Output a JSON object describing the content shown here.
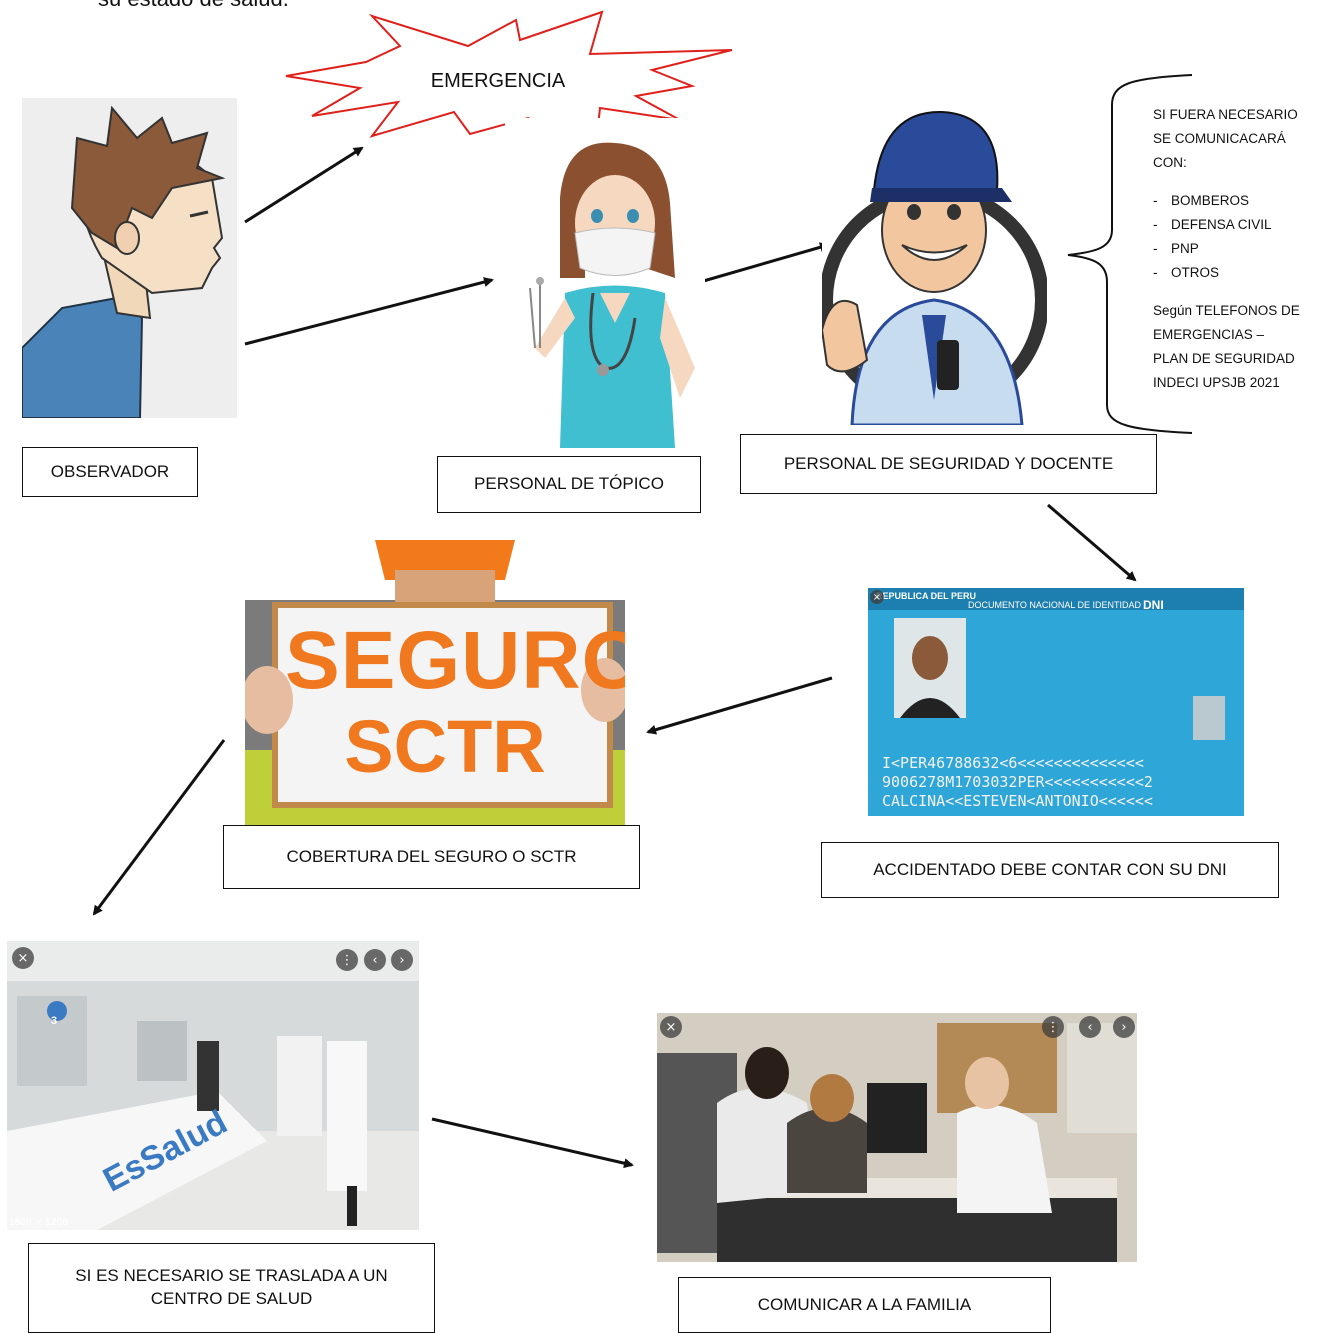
{
  "intro_text": "su estado de salud.",
  "emergency_label": "EMERGENCIA",
  "boxes": {
    "observador": "OBSERVADOR",
    "topico": "PERSONAL DE TÓPICO",
    "seguridad": "PERSONAL DE SEGURIDAD Y DOCENTE",
    "seguro": "COBERTURA DEL SEGURO O SCTR",
    "dni": "ACCIDENTADO DEBE CONTAR CON SU DNI",
    "centro_line1": "SI ES NECESARIO SE TRASLADA A UN",
    "centro_line2": "CENTRO DE SALUD",
    "familia": "COMUNICAR A LA FAMILIA"
  },
  "note": {
    "line1": "SI FUERA NECESARIO",
    "line2": "SE COMUNICACARÁ",
    "line3": "CON:",
    "items": [
      "BOMBEROS",
      "DEFENSA CIVIL",
      "PNP",
      "OTROS"
    ],
    "ref1": "Según TELEFONOS DE",
    "ref2": "EMERGENCIAS –",
    "ref3": "PLAN DE SEGURIDAD",
    "ref4": "INDECI UPSJB 2021"
  },
  "sign": {
    "line1": "SEGURO",
    "line2": "SCTR"
  },
  "dni_card": {
    "header": "REPUBLICA DEL PERU",
    "doc": "DOCUMENTO NACIONAL DE IDENTIDAD",
    "dni_label": "DNI",
    "mrz1": "I<PER46788632<6<<<<<<<<<<<<<<",
    "mrz2": "9006278M1703032PER<<<<<<<<<<<2",
    "mrz3": "CALCINA<<ESTEVEN<ANTONIO<<<<<<"
  },
  "hospital_photo": {
    "bed_text": "EsSalud",
    "number": "3",
    "size_label": "1800 × 1200"
  },
  "colors": {
    "emergency_stroke": "#e0201a",
    "nurse_scrubs": "#3fbfd0",
    "guard_uniform": "#2a4a9a",
    "helmet": "#f27a1a",
    "sign_text": "#f0781e",
    "dni_bg": "#2fa6d8"
  }
}
